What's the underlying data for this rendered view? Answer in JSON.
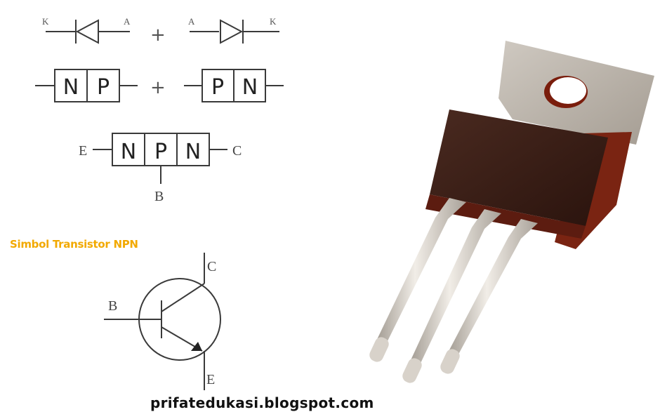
{
  "diodes": {
    "left": {
      "left_terminal": "K",
      "right_terminal": "A"
    },
    "right": {
      "left_terminal": "A",
      "right_terminal": "K"
    },
    "plus": "+"
  },
  "junctions": {
    "np": [
      "N",
      "P"
    ],
    "pn": [
      "P",
      "N"
    ],
    "plus": "+"
  },
  "npn_block": {
    "layers": [
      "N",
      "P",
      "N"
    ],
    "emitter": "E",
    "collector": "C",
    "base": "B"
  },
  "symbol": {
    "title": "Simbol Transistor NPN",
    "base": "B",
    "collector": "C",
    "emitter": "E"
  },
  "watermark": "prifatedukasi.blogspot.com",
  "colors": {
    "line": "#3a3a3a",
    "title": "#f2a900",
    "tab": "#b8b1a8",
    "body": "#3d1f17",
    "body_edge": "#7a2412",
    "lead": "#d9d4cd"
  }
}
